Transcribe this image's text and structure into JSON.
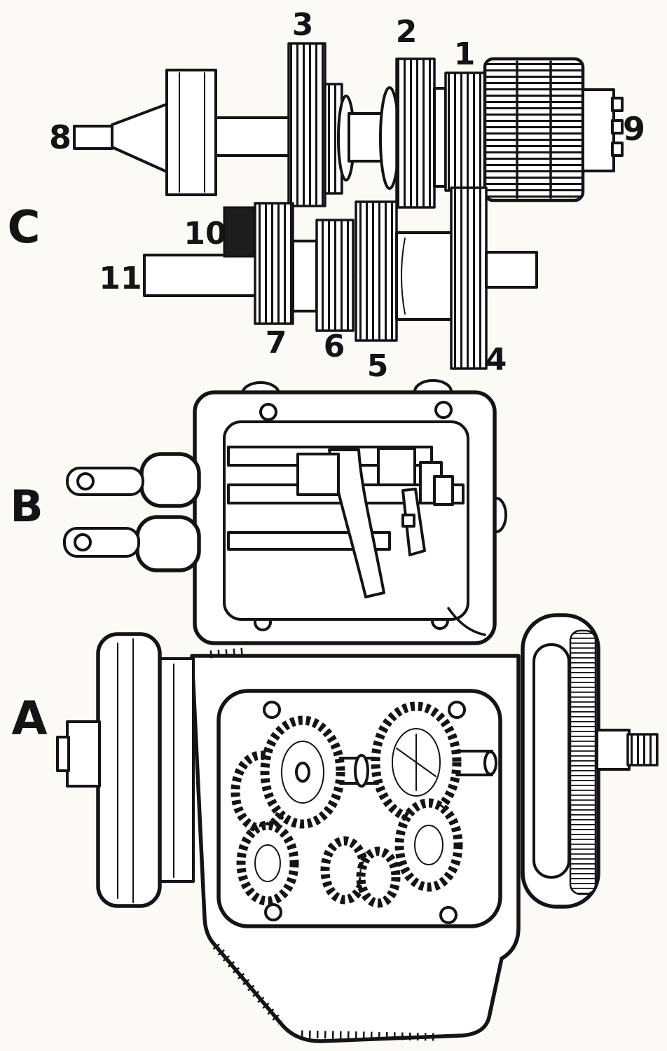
{
  "diagram": {
    "view_labels": {
      "a": "A",
      "b": "B",
      "c": "C"
    },
    "part_labels": {
      "p1": "1",
      "p2": "2",
      "p3": "3",
      "p4": "4",
      "p5": "5",
      "p6": "6",
      "p7": "7",
      "p8": "8",
      "p9": "9",
      "p10": "10",
      "p11": "11"
    },
    "colors": {
      "ink": "#141414",
      "paper": "#fbfaf7"
    }
  }
}
